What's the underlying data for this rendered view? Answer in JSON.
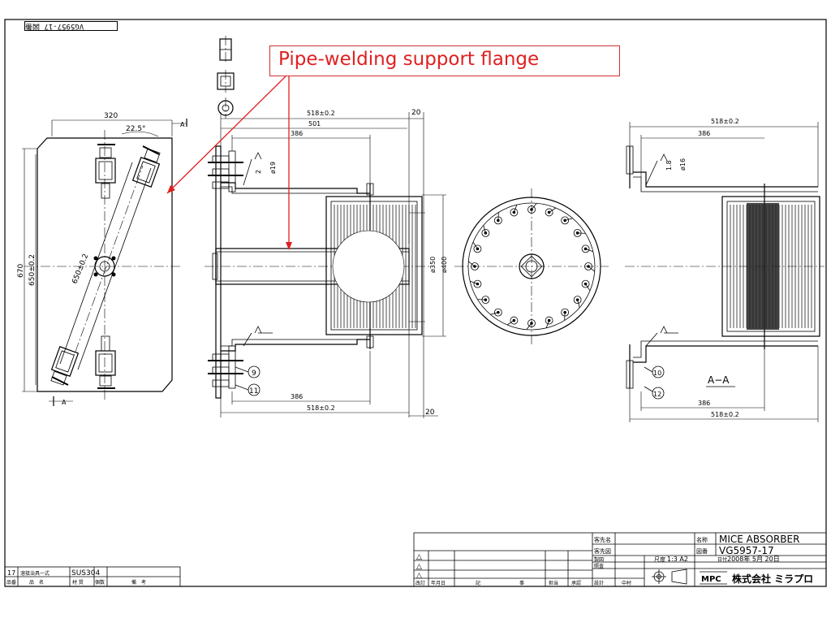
{
  "callout": {
    "text": "Pipe-welding support flange"
  },
  "stamp": {
    "text": "VG5957-17 図番"
  },
  "dimensions": {
    "d320": "320",
    "d22_5": "22.5°",
    "d670": "670",
    "d650": "650±0.2",
    "d650diag": "650±0.2",
    "section_mark_a": "A",
    "d518_top": "518±0.2",
    "d501": "501",
    "d386_top": "386",
    "d20_top": "20",
    "d2": "2",
    "d19": "ø19",
    "d350": "ø350",
    "d400": "ø400",
    "d386_bot": "386",
    "d518_bot": "518±0.2",
    "d20_bot": "20",
    "balloon9": "9",
    "balloon11": "11",
    "r518_top": "518±0.2",
    "r386_top": "386",
    "r18": "1.8",
    "r16": "ø16",
    "balloon10": "10",
    "balloon12": "12",
    "section_label": "A−A",
    "r386_bot": "386",
    "r518_bot": "518±0.2"
  },
  "title_block": {
    "client_name_label": "客先名",
    "client_drawing_label": "客先図",
    "name_label": "名称",
    "name_value": "MICE ABSORBER",
    "drawing_no_label": "図番",
    "drawing_no_value": "VG5957-17",
    "scale_label": "尺度",
    "scale_value": "1:3 A2",
    "date_label": "日付",
    "date_value": "2008年 5月 20日",
    "drafted_label": "製図",
    "checked_label": "照査",
    "design_label": "設計",
    "check_col": "中村",
    "rev_col": "改訂",
    "date_col": "年月日",
    "note_col": "記",
    "note_col2": "事",
    "person_col": "担当",
    "approve_col": "承認",
    "logo_mpc": "MPC",
    "company": "株式会社 ミラプロ",
    "rev_mark": "△"
  },
  "parts_list": {
    "row1_no": "17",
    "row1_name": "溶接治具一式",
    "row1_material": "SUS304",
    "h_no": "品番",
    "h_name": "品　名",
    "h_material": "材 質",
    "h_qty": "個数",
    "h_note": "備　考"
  }
}
